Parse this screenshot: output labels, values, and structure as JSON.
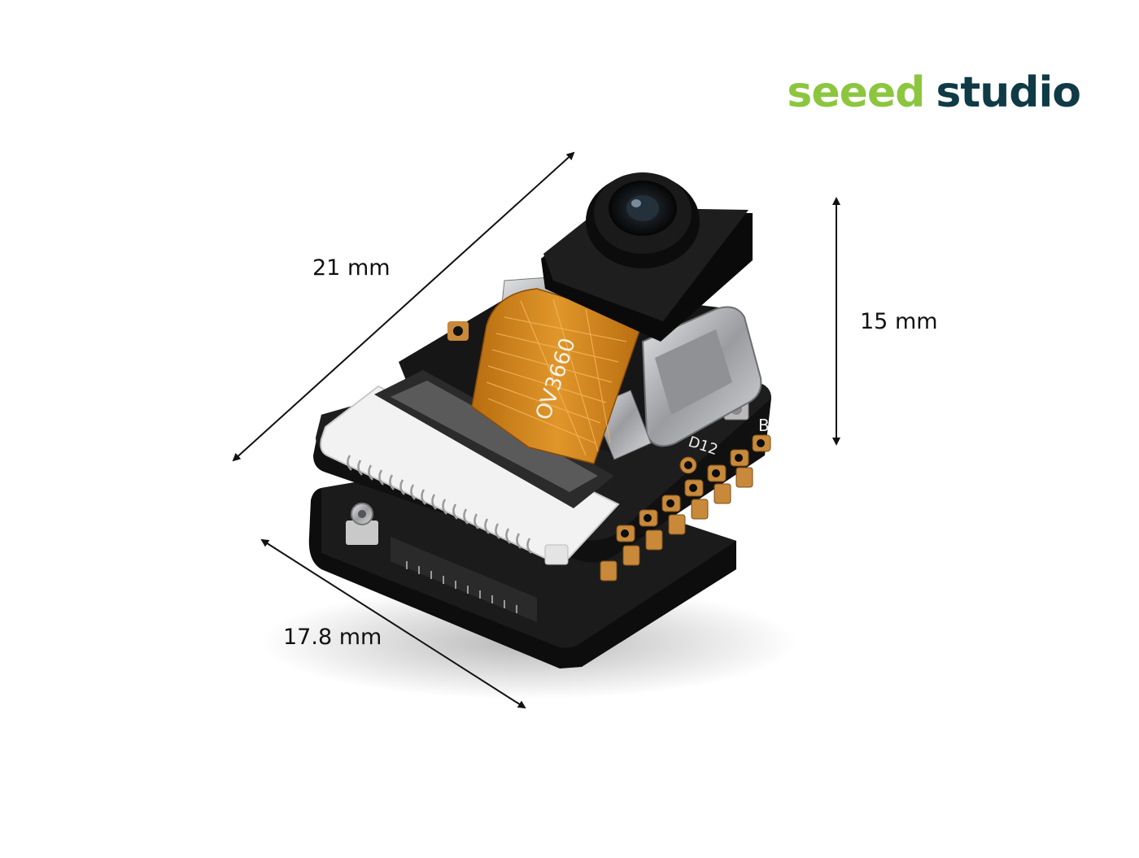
{
  "brand": {
    "word1": "seeed",
    "word2": "studio",
    "word1_color": "#8cc63f",
    "word2_color": "#0f3a46"
  },
  "dimensions": {
    "length": "21 mm",
    "height": "15 mm",
    "width": "17.8 mm"
  },
  "board": {
    "cable_label": "OV3660",
    "pin_label": "D12",
    "button_label": "B"
  },
  "colors": {
    "pcb": "#141414",
    "gold": "#c8893a",
    "flex": "#d4861e",
    "connector": "#ececec",
    "metal": "#b5b7ba"
  }
}
